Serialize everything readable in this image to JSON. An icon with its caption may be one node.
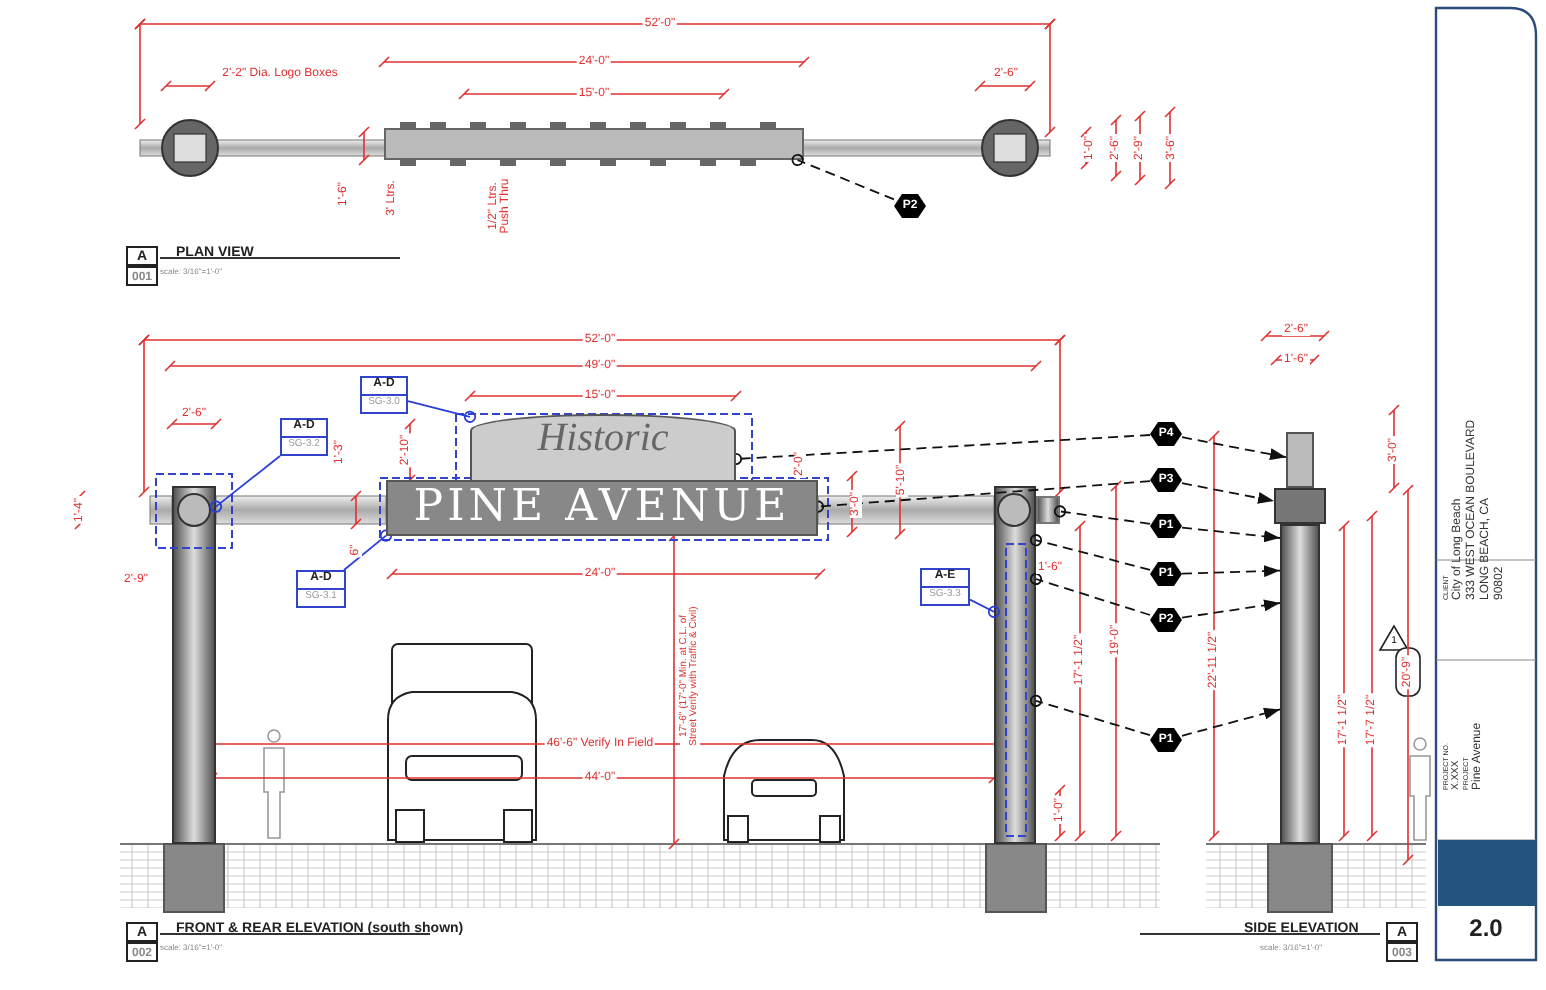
{
  "diagram": {
    "nodes": [
      {
        "text": [
          "P2"
        ]
      },
      {
        "text": [
          "A-D",
          "SG-3.0"
        ]
      },
      {
        "text": [
          "Historic"
        ]
      },
      {
        "text": [
          "A-D",
          "SG-3.2"
        ]
      },
      {
        "text": [
          "P4"
        ]
      },
      {
        "text": [
          "P3"
        ]
      },
      {
        "text": [
          "PINE AVENUE"
        ]
      },
      {
        "text": [
          "P1"
        ]
      },
      {
        "text": [
          "A-D",
          "SG-3.1"
        ]
      },
      {
        "text": [
          "P1"
        ]
      },
      {
        "text": [
          "P2"
        ]
      },
      {
        "text": [
          "A-E",
          "SG-3.3"
        ]
      },
      {
        "text": [
          "P1"
        ]
      },
      {
        "text": [],
        "shape": "box"
      },
      {
        "text": [],
        "shape": "bar"
      },
      {
        "text": [],
        "shape": "bar"
      },
      {
        "text": [],
        "shape": "bar"
      },
      {
        "text": [],
        "shape": "box"
      },
      {
        "text": [],
        "shape": "box"
      },
      {
        "text": [],
        "shape": "bar"
      }
    ],
    "edges": [
      {
        "from": 0,
        "to": 13,
        "arrow": "other",
        "style": "dashed"
      },
      {
        "from": 1,
        "to": 2,
        "arrow": "other",
        "color": "#2b3fd6"
      },
      {
        "from": 3,
        "to": 14,
        "arrow": "other",
        "color": "#2b3fd6"
      },
      {
        "from": 4,
        "to": 2,
        "arrow": "other",
        "style": "dashed"
      },
      {
        "from": 4,
        "to": 17,
        "arrow": "to",
        "style": "dashed"
      },
      {
        "from": 5,
        "to": 6,
        "arrow": "other",
        "style": "dashed"
      },
      {
        "from": 5,
        "to": 18,
        "arrow": "to",
        "style": "dashed"
      },
      {
        "from": 7,
        "to": 16,
        "arrow": "other",
        "style": "dashed"
      },
      {
        "from": 7,
        "to": 19,
        "arrow": "to",
        "style": "dashed"
      },
      {
        "from": 8,
        "to": 6,
        "arrow": "other",
        "color": "#2b3fd6"
      },
      {
        "from": 9,
        "to": 15,
        "arrow": "other",
        "style": "dashed"
      },
      {
        "from": 9,
        "to": 19,
        "arrow": "to",
        "style": "dashed"
      },
      {
        "from": 10,
        "to": 15,
        "arrow": "other",
        "style": "dashed"
      },
      {
        "from": 10,
        "to": 19,
        "arrow": "to",
        "style": "dashed"
      },
      {
        "from": 11,
        "to": 15,
        "arrow": "other",
        "color": "#2b3fd6"
      },
      {
        "from": 12,
        "to": 15,
        "arrow": "other",
        "style": "dashed"
      },
      {
        "from": 12,
        "to": 19,
        "arrow": "to",
        "style": "dashed"
      }
    ],
    "labels": [
      "52'-0\"",
      "2'-2\" Dia. Logo Boxes",
      "24'-0\"",
      "15'-0\"",
      "2'-6\"",
      "1'-6\"",
      "3' Ltrs.",
      "1/2\" Ltrs. Push Thru",
      "1'-0\"",
      "2'-6\"",
      "2'-9\"",
      "3'-6\"",
      "A",
      "PLAN VIEW",
      "001",
      "scale: 3/16\"=1'-0\"",
      "52'-0\"",
      "49'-0\"",
      "2'-6\"",
      "15'-0\"",
      "1'-3\"",
      "2'-10\"",
      "2'-0\"",
      "1'-4\"",
      "6\"",
      "3'-0\"",
      "5'-10\"",
      "2'-9\"",
      "1'-6\"",
      "24'-0\"",
      "17'-6\" (17'-0\" Min. at C.L. of Street Verify with Traffic & Civil)",
      "46'-6\" Verify In Field",
      "44'-0\"",
      "17'-1 1/2\"",
      "19'-0\"",
      "1'-0\"",
      "A",
      "FRONT & REAR ELEVATION (south shown)",
      "002",
      "scale: 3/16\"=1'-0\"",
      "2'-6\"",
      "1'-6\"",
      "22'-11 1/2\"",
      "3'-0\"",
      "17'-1 1/2\"",
      "17'-7 1/2\"",
      "1",
      "20'-9\"",
      "SIDE ELEVATION",
      "A",
      "003",
      "scale: 3/16\"=1'-0\"",
      "CLIENT",
      "City of Long Beach",
      "333 WEST OCEAN BOULEVARD",
      "LONG BEACH, CA",
      "90802",
      "PROJECT NO.",
      "X.XXX",
      "PROJECT",
      "Pine Avenue",
      "2.0"
    ]
  }
}
